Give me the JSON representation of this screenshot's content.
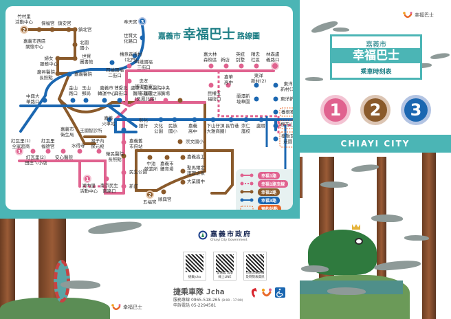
{
  "map": {
    "title_prefix": "嘉義市",
    "title_main": "幸福巴士",
    "title_suffix": "路線圖",
    "colors": {
      "route1": "#e0628f",
      "route2": "#8a5a2b",
      "route3": "#1b67b1",
      "reservation": "#e8692a",
      "panel": "#4bb5b5"
    },
    "stations": {
      "s1": "竹村里\n活動中心",
      "s2": "保福宮",
      "s3": "鎮安宮",
      "s4": "鎮北宮",
      "s5": "嘉義市西區\n關懷中心",
      "s6": "北園\n國小",
      "s7": "世賢\n圖書館",
      "s8": "婦女\n服務中心",
      "s9": "慶昇醫院\n長照點",
      "s10": "嘉義醫院",
      "s11": "奉天宮",
      "s12": "世賢文\n化路口",
      "s13": "四維國福\n三街口",
      "s14": "四維國福\n二街口",
      "s15": "中興大\n華路口",
      "s16": "金山\n路口",
      "s17": "玉山\n郵局",
      "s18": "嘉義市\n轉運中心",
      "s19": "博愛北\n興街口",
      "s20": "盧亞人\n醫院",
      "s21": "聖馬醫院\n護理之家",
      "s22": "中央\n廣場",
      "s23": "嘉義市\n衛生局",
      "s24": "王國智診所",
      "s25": "嘉義\n火車站",
      "s26": "彰化\n銀行",
      "s27": "文化\n公園",
      "s28": "民族\n國小",
      "s29": "嘉義\n高中",
      "s30": "下山仔頂\n(大雅商圈)",
      "s31": "長竹巷",
      "s32": "崇仁\n護校",
      "s33": "盧厝",
      "s34": "嘉義舊\n市府站",
      "s35": "榮民醫院\n長照點",
      "s36": "民生公園",
      "s37": "新庄",
      "s38": "崇文國小",
      "s39": "中油\n營業所",
      "s40": "嘉義市\n體育場",
      "s41": "嘉義高工",
      "s42": "聖馬爾定\n護理之家",
      "s43": "大業國中",
      "s44": "五福宮",
      "s45": "順興宮",
      "s46": "紅瓦里(1)\n全家超商",
      "s47": "紅瓦里\n福德宮",
      "s48": "紅瓦里(2)\n田庄ㄟ小店",
      "s49": "安心醫院",
      "s50": "水得寺",
      "s51": "湖子內\n保元殿",
      "s52": "湖內里\n活動中心",
      "s53": "南京民生\n南路口",
      "s54": "檜意森活村\n(北門)",
      "s55": "嘉大林\n森校區",
      "s56": "新店",
      "s57": "英統\n別墅",
      "s58": "精忠\n社區",
      "s59": "林森盧\n義路口",
      "s60": "忠孝\n護理之家",
      "s61": "市政府\n(吳鳳北路)",
      "s62": "民權五\n福街口",
      "s63": "嘉華\n高中",
      "s64": "東洋\n新村(2)",
      "s65": "蘭潭新\n境華園",
      "s66": "東洋\n新村(3)",
      "s67": "東洋新村",
      "s68": "養很寮",
      "s69": "櫻花山莊",
      "s70": "泰勒瓦\n莊園"
    },
    "legend": [
      {
        "label": "幸福1路",
        "color": "#e0628f"
      },
      {
        "label": "幸福1路支線",
        "color": "#e0628f"
      },
      {
        "label": "幸福2路",
        "color": "#8a5a2b"
      },
      {
        "label": "幸福3路",
        "color": "#1b67b1"
      },
      {
        "label": "預約站點",
        "color": "#e8692a"
      }
    ]
  },
  "gov": {
    "name": "嘉義市政府",
    "name_en": "Chiayi City Government",
    "qr_codes": [
      {
        "caption": "捷乘Jcha"
      },
      {
        "caption": "愛嘉義 app\n線上LINE"
      },
      {
        "caption": "市區公車路線\n及時刻表資訊"
      }
    ],
    "team_name": "捷乘車隊",
    "team_en": "Jcha",
    "hotline_label": "服務專線",
    "hotline": "0965-518-265",
    "hotline_hours": "(8:00 - 17:00)",
    "complaint_label": "申訴電話",
    "complaint": "05-2294581"
  },
  "cover": {
    "brand": "幸福巴士",
    "city": "嘉義市",
    "title": "幸福巴士",
    "subtitle": "乘車時刻表",
    "routes": [
      {
        "number": "1",
        "color": "#e0628f",
        "ring": "#f3c3d3"
      },
      {
        "number": "2",
        "color": "#8a5a2b",
        "ring": "#dcc5b3"
      },
      {
        "number": "3",
        "color": "#1b67b1",
        "ring": "#b3c4e3"
      }
    ],
    "city_en": "CHIAYI CITY"
  },
  "back": {
    "brand": "幸福巴士"
  }
}
